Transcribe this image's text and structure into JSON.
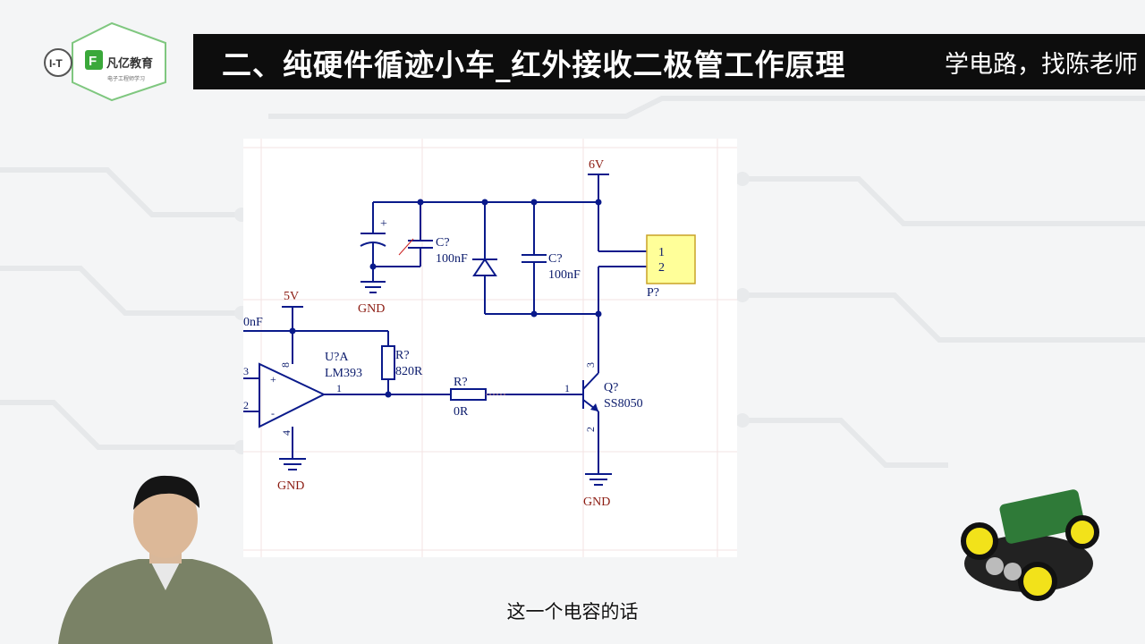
{
  "header": {
    "logo_text": "凡亿教育",
    "logo_tagline": "电子工程师学习",
    "title": "二、纯硬件循迹小车_红外接收二极管工作原理",
    "slogan": "学电路，找陈老师"
  },
  "schematic": {
    "net_6v": "6V",
    "net_5v": "5V",
    "gnd_top": "GND",
    "gnd_comp": "GND",
    "gnd_trans": "GND",
    "cap1_ref": "C?",
    "cap1_val": "100nF",
    "cap2_ref": "C?",
    "cap2_val": "100nF",
    "cut_label": "0nF",
    "header_ref": "P?",
    "header_pin1": "1",
    "header_pin2": "2",
    "comp_ref": "U?A",
    "comp_val": "LM393",
    "comp_pin8": "8",
    "comp_pin4": "4",
    "comp_pin1": "1",
    "comp_pin3": "3",
    "comp_pin2": "2",
    "comp_plus": "+",
    "comp_minus": "-",
    "r1_ref": "R?",
    "r1_val": "820R",
    "r2_ref": "R?",
    "r2_val": "0R",
    "q_ref": "Q?",
    "q_val": "SS8050",
    "q_pin1": "1",
    "q_pin2": "2",
    "q_pin3": "3",
    "cap_plus": "+"
  },
  "subtitle": "这一个电容的话",
  "colors": {
    "wire": "#0a1a8b",
    "power_label": "#8b1a10",
    "header_fill": "#ffff99",
    "banner_bg": "#0d0d0d"
  }
}
